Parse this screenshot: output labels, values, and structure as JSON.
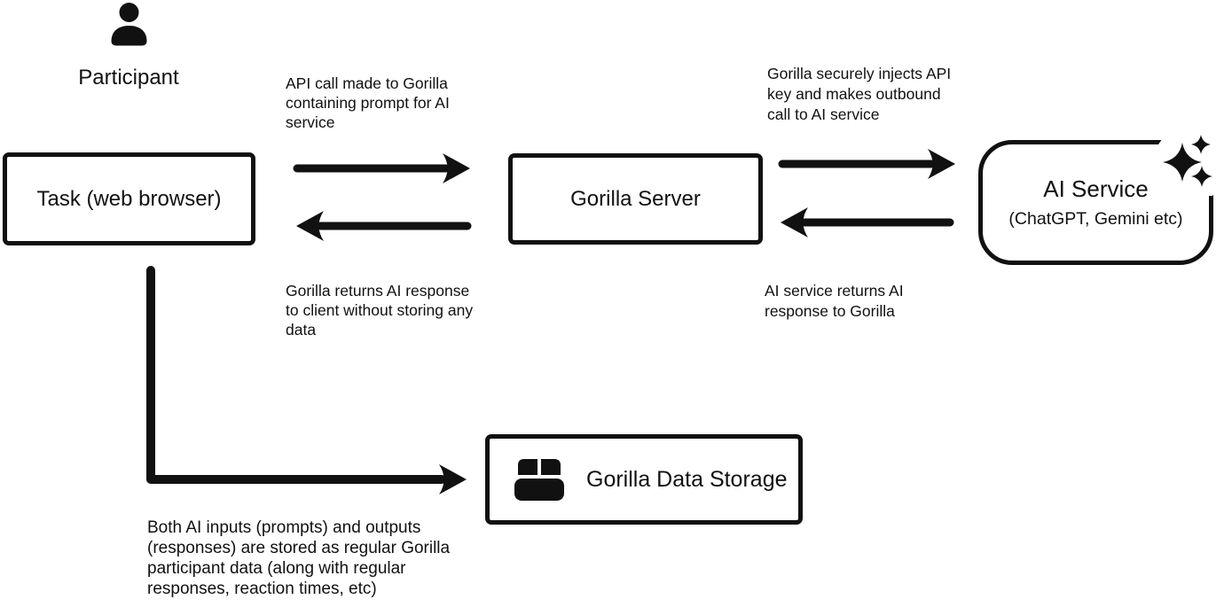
{
  "colors": {
    "ink": "#111111",
    "background": "#ffffff"
  },
  "participant": {
    "label": "Participant",
    "icon": "person-icon"
  },
  "nodes": {
    "task": {
      "label": "Task (web browser)"
    },
    "gorilla_server": {
      "label": "Gorilla Server"
    },
    "ai_service": {
      "label": "AI Service",
      "sublabel": "(ChatGPT, Gemini etc)",
      "icon": "sparkles-icon"
    },
    "data_storage": {
      "label": "Gorilla Data Storage",
      "icon": "package-icon"
    }
  },
  "annotations": {
    "api_call": {
      "lines": [
        "API call made to Gorilla",
        "containing prompt for AI",
        "service"
      ]
    },
    "gorilla_returns": {
      "lines": [
        "Gorilla returns AI response",
        "to client without storing any",
        "data"
      ]
    },
    "securely_injects": {
      "lines": [
        "Gorilla securely injects API",
        "key and makes outbound",
        "call to AI service"
      ]
    },
    "ai_returns": {
      "lines": [
        "AI service returns AI",
        "response to Gorilla"
      ]
    },
    "storage_note": {
      "lines": [
        "Both AI inputs (prompts) and outputs",
        "(responses) are stored as regular Gorilla",
        "participant data (along with regular",
        "responses, reaction times, etc)"
      ]
    }
  },
  "edges": [
    {
      "from": "task",
      "to": "gorilla_server",
      "annotation": "api_call"
    },
    {
      "from": "gorilla_server",
      "to": "task",
      "annotation": "gorilla_returns"
    },
    {
      "from": "gorilla_server",
      "to": "ai_service",
      "annotation": "securely_injects"
    },
    {
      "from": "ai_service",
      "to": "gorilla_server",
      "annotation": "ai_returns"
    },
    {
      "from": "task",
      "to": "data_storage",
      "annotation": "storage_note"
    }
  ]
}
